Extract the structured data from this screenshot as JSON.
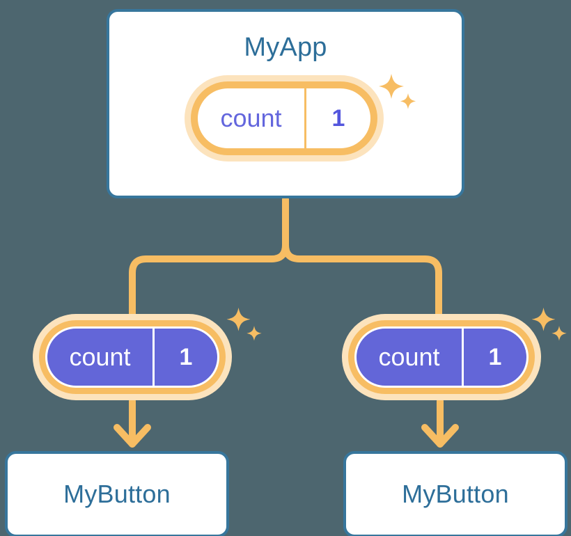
{
  "diagram": {
    "title_text": "MyApp",
    "background_color": "#4d666f",
    "accent_orange": "#f7bd63",
    "accent_orange_soft": "#fce3bd",
    "accent_blue": "#37769c",
    "accent_purple": "#6366d8",
    "text_blue": "#2d6e99"
  },
  "root": {
    "name": "MyApp",
    "state": {
      "key": "count",
      "value": "1"
    }
  },
  "children": [
    {
      "name": "MyButton",
      "state": {
        "key": "count",
        "value": "1"
      }
    },
    {
      "name": "MyButton",
      "state": {
        "key": "count",
        "value": "1"
      }
    }
  ],
  "icons": {
    "sparkle_large": "sparkle-four-point-icon",
    "sparkle_small": "sparkle-four-point-small-icon",
    "arrow_down": "arrow-down-icon",
    "branch_connector": "branch-connector-icon"
  }
}
